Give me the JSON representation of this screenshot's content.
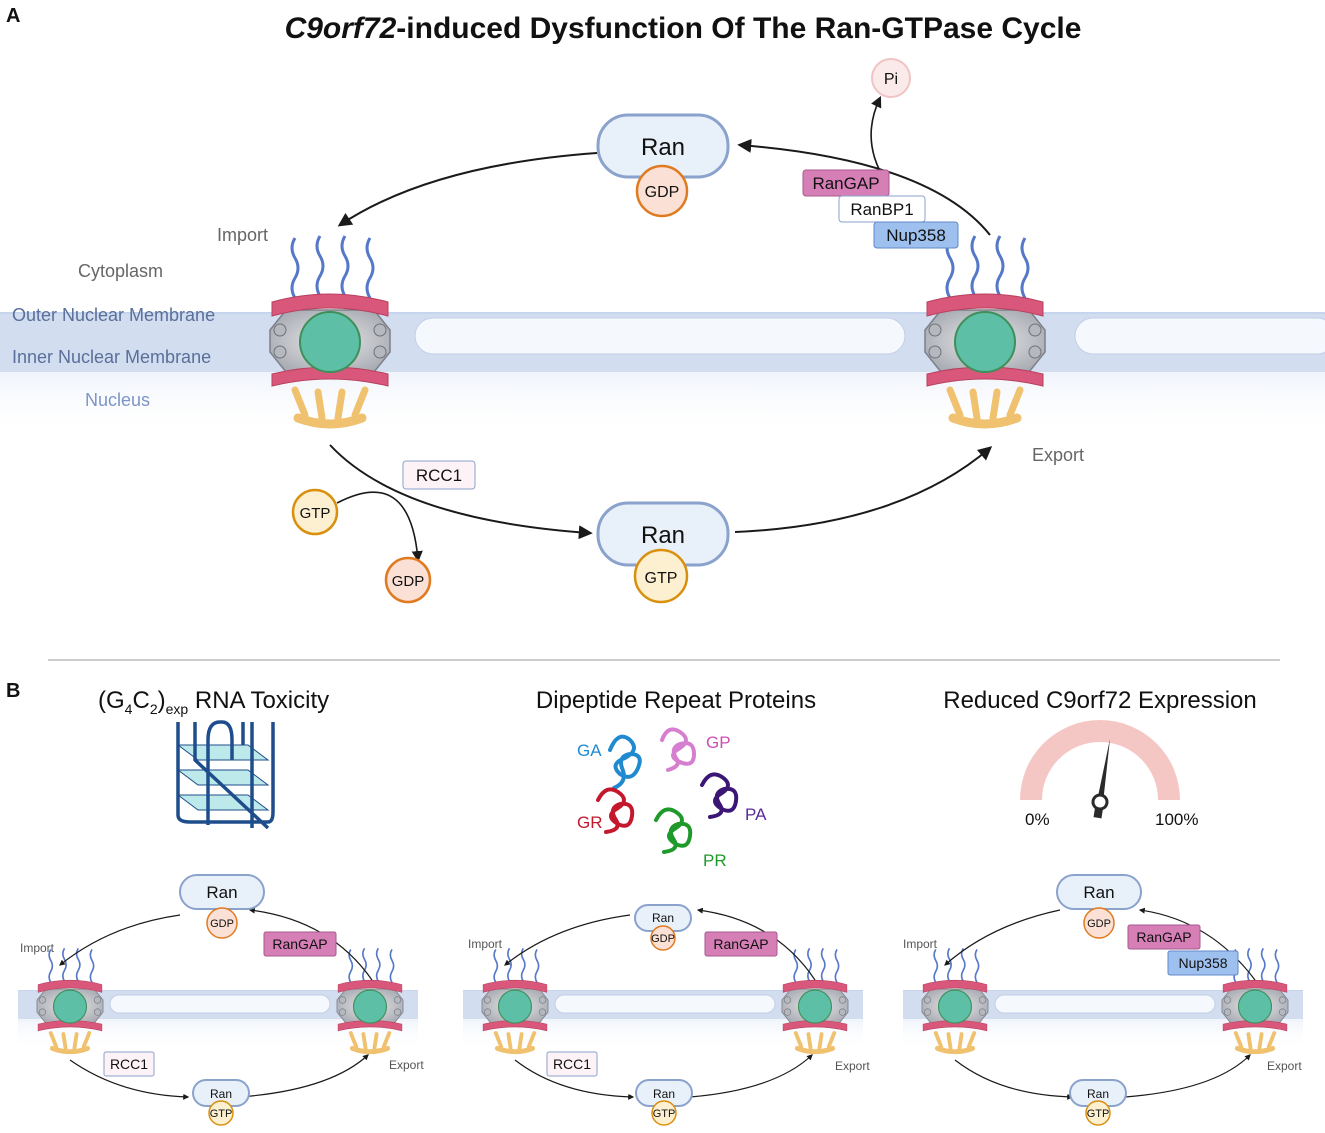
{
  "panel_a": {
    "letter": "A",
    "title_italic": "C9orf72",
    "title_rest": "-induced Dysfunction Of The Ran-GTPase Cycle",
    "labels": {
      "cytoplasm": "Cytoplasm",
      "outer_membrane": "Outer Nuclear Membrane",
      "inner_membrane": "Inner Nuclear Membrane",
      "nucleus": "Nucleus",
      "import": "Import",
      "export": "Export"
    },
    "ran_top": {
      "name": "Ran",
      "nucleotide": "GDP"
    },
    "ran_bottom": {
      "name": "Ran",
      "nucleotide": "GTP"
    },
    "pi": "Pi",
    "rangap": "RanGAP",
    "ranbp1": "RanBP1",
    "nup358": "Nup358",
    "rcc1": "RCC1",
    "gtp_in": "GTP",
    "gdp_out": "GDP"
  },
  "panel_b": {
    "letter": "B",
    "rna_title": {
      "base": "(G",
      "sub1": "4",
      "mid": "C",
      "sub2": "2",
      "close": ")",
      "sub3": "exp",
      "rest": " RNA Toxicity"
    },
    "dpr_title": "Dipeptide Repeat Proteins",
    "dpr_labels": {
      "ga": "GA",
      "gp": "GP",
      "gr": "GR",
      "pa": "PA",
      "pr": "PR"
    },
    "expr_title": "Reduced C9orf72 Expression",
    "gauge": {
      "min_label": "0%",
      "max_label": "100%",
      "level": 0.55
    },
    "mini": [
      {
        "ran_top": "Ran",
        "gdp": "GDP",
        "ran_bottom": "Ran",
        "gtp": "GTP",
        "import": "Import",
        "export": "Export",
        "rangap": "RanGAP",
        "rcc1": "RCC1"
      },
      {
        "ran_top": "Ran",
        "gdp": "GDP",
        "ran_bottom": "Ran",
        "gtp": "GTP",
        "import": "Import",
        "export": "Export",
        "rangap": "RanGAP",
        "rcc1": "RCC1"
      },
      {
        "ran_top": "Ran",
        "gdp": "GDP",
        "ran_bottom": "Ran",
        "gtp": "GTP",
        "import": "Import",
        "export": "Export",
        "rangap": "RanGAP",
        "nup358": "Nup358"
      }
    ]
  },
  "colors": {
    "ran_fill": "#e8f0fa",
    "ran_stroke": "#8aa2cc",
    "gdp_fill": "#fbe1d5",
    "gdp_stroke": "#e07a20",
    "gtp_fill": "#fdf0d0",
    "gtp_stroke": "#d9900f",
    "rangap": "#d67fb7",
    "nup358": "#9ec0ee",
    "membrane": "#c9d6ec",
    "pore_green": "#5dbfa6",
    "pore_pink": "#d9577a"
  }
}
